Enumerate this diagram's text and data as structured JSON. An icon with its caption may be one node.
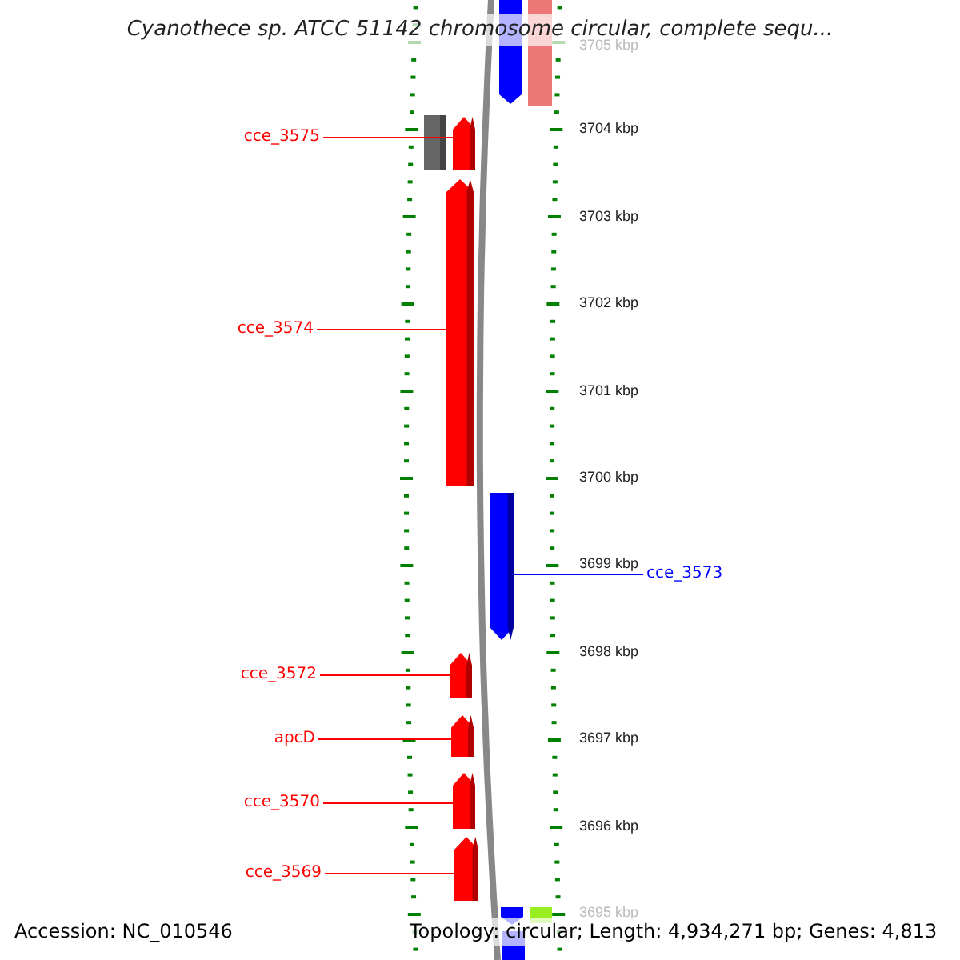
{
  "diagram": {
    "title": "Cyanothece sp. ATCC 51142 chromosome circular, complete sequ...",
    "nodes": [
      {
        "text": [
          "cce_3575"
        ]
      },
      {
        "text": [],
        "shape": "arrow"
      },
      {
        "text": [
          "cce_3574"
        ]
      },
      {
        "text": [],
        "shape": "arrow"
      },
      {
        "text": [
          "cce_3573"
        ]
      },
      {
        "text": [],
        "shape": "arrow"
      },
      {
        "text": [
          "cce_3572"
        ]
      },
      {
        "text": [],
        "shape": "arrow"
      },
      {
        "text": [
          "apcD"
        ]
      },
      {
        "text": [],
        "shape": "arrow"
      },
      {
        "text": [
          "cce_3570"
        ]
      },
      {
        "text": [],
        "shape": "arrow"
      },
      {
        "text": [
          "cce_3569"
        ]
      },
      {
        "text": [],
        "shape": "arrow"
      }
    ],
    "edges": [
      {
        "from": 0,
        "to": 1,
        "arrow": "none"
      },
      {
        "from": 2,
        "to": 3,
        "arrow": "none"
      },
      {
        "from": 4,
        "to": 5,
        "arrow": "none",
        "color": "#0000ff"
      },
      {
        "from": 6,
        "to": 7,
        "arrow": "none"
      },
      {
        "from": 8,
        "to": 9,
        "arrow": "none"
      },
      {
        "from": 10,
        "to": 11,
        "arrow": "none"
      },
      {
        "from": 12,
        "to": 13,
        "arrow": "none"
      }
    ],
    "labels": [
      "3705 kbp",
      "3704 kbp",
      "3703 kbp",
      "3702 kbp",
      "3701 kbp",
      "3700 kbp",
      "3699 kbp",
      "3698 kbp",
      "3697 kbp",
      "3696 kbp",
      "3695 kbp",
      "Accession: NC_010546",
      "Topology: circular; Length: 4,934,271 bp; Genes: 4,813"
    ]
  }
}
